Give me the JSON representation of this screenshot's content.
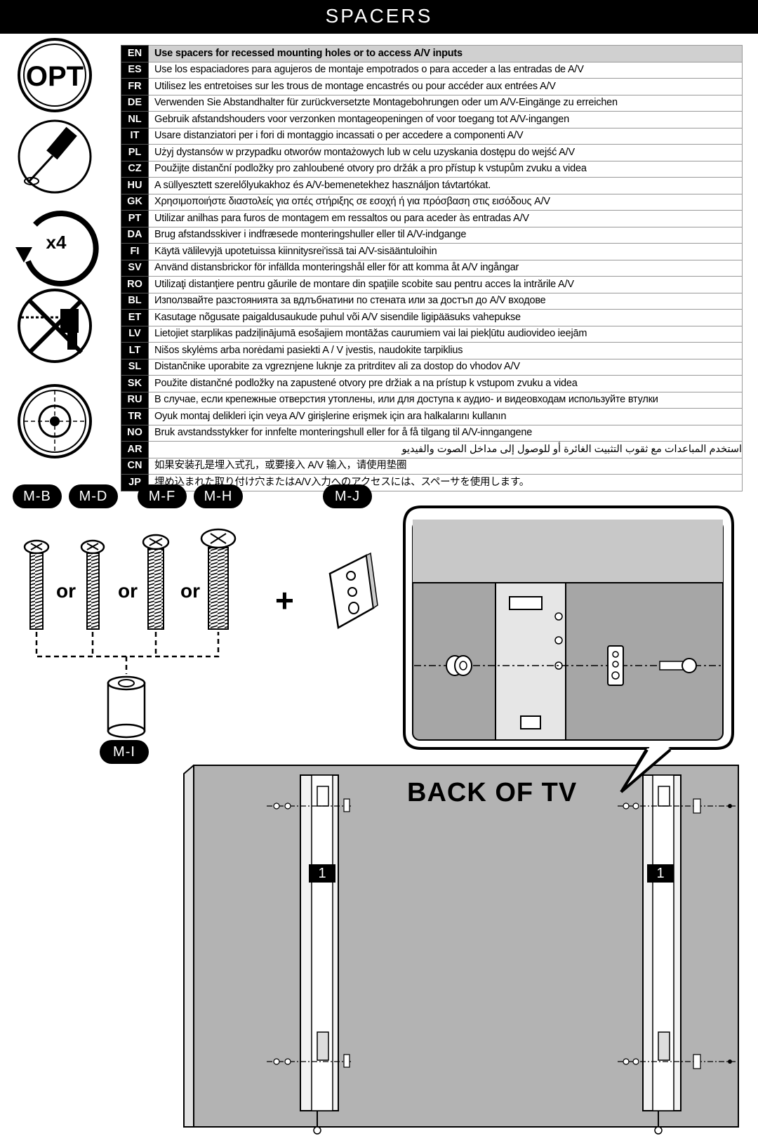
{
  "header": {
    "title": "SPACERS"
  },
  "icons": {
    "opt_label": "OPT",
    "repeat_label": "x4"
  },
  "instructions": [
    {
      "code": "EN",
      "text": "Use spacers for recessed mounting holes or to access A/V inputs"
    },
    {
      "code": "ES",
      "text": "Use los espaciadores para agujeros de montaje empotrados o para acceder a las entradas de A/V"
    },
    {
      "code": "FR",
      "text": "Utilisez les entretoises sur les trous de montage encastrés ou pour accéder aux entrées A/V"
    },
    {
      "code": "DE",
      "text": "Verwenden Sie Abstandhalter für zurückversetzte Montagebohrungen oder um A/V-Eingänge zu erreichen"
    },
    {
      "code": "NL",
      "text": "Gebruik afstandshouders voor verzonken montageopeningen of voor toegang tot A/V-ingangen"
    },
    {
      "code": "IT",
      "text": "Usare distanziatori per i fori di montaggio incassati o per accedere a componenti A/V"
    },
    {
      "code": "PL",
      "text": "Użyj dystansów w przypadku otworów montażowych lub w celu uzyskania dostępu do wejść A/V"
    },
    {
      "code": "CZ",
      "text": "Použijte distanční podložky pro zahloubené otvory pro držák a pro přístup k vstupům zvuku a videa"
    },
    {
      "code": "HU",
      "text": "A süllyesztett szerelőlyukakhoz és A/V-bemenetekhez használjon távtartókat."
    },
    {
      "code": "GK",
      "text": "Χρησιμοποιήστε διαστολείς για οπές στήριξης σε εσοχή ή για πρόσβαση στις εισόδους A/V"
    },
    {
      "code": "PT",
      "text": "Utilizar anilhas para furos de montagem em ressaltos ou para aceder às entradas A/V"
    },
    {
      "code": "DA",
      "text": "Brug afstandsskiver i indfræsede monteringshuller eller til A/V-indgange"
    },
    {
      "code": "FI",
      "text": "Käytä välilevyjä upotetuissa kiinnitysrei'issä tai A/V-sisääntuloihin"
    },
    {
      "code": "SV",
      "text": "Använd distansbrickor för infällda monteringshål eller för att komma åt A/V ingångar"
    },
    {
      "code": "RO",
      "text": "Utilizaţi distanţiere pentru găurile de montare din spaţiile scobite sau pentru acces la intrările A/V"
    },
    {
      "code": "BL",
      "text": "Използвайте разстоянията за вдлъбнатини по стената или за достъп до A/V входове"
    },
    {
      "code": "ET",
      "text": "Kasutage nõgusate paigaldusaukude puhul või A/V sisendile ligipääsuks vahepukse"
    },
    {
      "code": "LV",
      "text": "Lietojiet starplikas padziļinājumā esošajiem montāžas caurumiem vai lai piekļūtu audiovideo ieejām"
    },
    {
      "code": "LT",
      "text": "Nišos skylėms arba norėdami pasiekti A / V įvestis, naudokite tarpiklius"
    },
    {
      "code": "SL",
      "text": "Distančnike uporabite za vgreznjene luknje za pritrditev ali za dostop do vhodov A/V"
    },
    {
      "code": "SK",
      "text": "Použite distančné podložky na zapustené otvory pre držiak a na prístup k vstupom zvuku a videa"
    },
    {
      "code": "RU",
      "text": "В случае, если крепежные отверстия утоплены, или для доступа к аудио- и видеовходам используйте втулки"
    },
    {
      "code": "TR",
      "text": "Oyuk montaj delikleri için veya A/V girişlerine erişmek için ara halkalarını kullanın"
    },
    {
      "code": "NO",
      "text": "Bruk avstandsstykker for innfelte monteringshull eller for å få tilgang til A/V-inngangene"
    },
    {
      "code": "AR",
      "text": "استخدم المباعدات مع ثقوب التثبيت الغائرة أو للوصول إلى مداخل الصوت والفيديو"
    },
    {
      "code": "CN",
      "text": "如果安装孔是埋入式孔，或要接入 A/V 输入，请使用垫圈"
    },
    {
      "code": "JP",
      "text": "埋め込まれた取り付け穴またはA/V入力へのアクセスには、スペーサを使用します。"
    }
  ],
  "parts": {
    "screw_labels": [
      "M-B",
      "M-D",
      "M-F",
      "M-H"
    ],
    "washer_label": "M-J",
    "spacer_label": "M-I",
    "or_word": "or",
    "plus_sign": "+"
  },
  "diagram": {
    "back_label": "BACK OF TV",
    "bracket_number": "1"
  }
}
